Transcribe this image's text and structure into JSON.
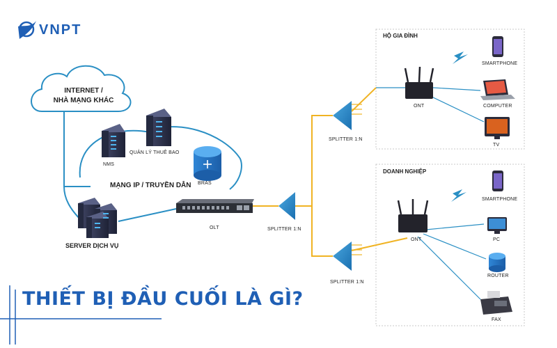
{
  "brand": {
    "name": "VNPT",
    "color": "#1f5fb5"
  },
  "cloud": {
    "line1": "INTERNET /",
    "line2": "NHÀ MẠNG KHÁC"
  },
  "core": {
    "nms": "NMS",
    "subscriber_mgmt": "QUẢN LÝ THUÊ BAO",
    "bras": "BRAS",
    "network": "MẠNG IP / TRUYỀN DẪN",
    "server": "SERVER DỊCH VỤ",
    "olt": "OLT"
  },
  "splitters": {
    "top": "SPLITTER 1:N",
    "middle": "SPLITTER 1:N",
    "bottom": "SPLITTER 1:N"
  },
  "home": {
    "title": "HỘ GIA ĐÌNH",
    "ont": "ONT",
    "devices": [
      "SMARTPHONE",
      "COMPUTER",
      "TV"
    ]
  },
  "business": {
    "title": "DOANH NGHIỆP",
    "ont": "ONT",
    "devices": [
      "SMARTPHONE",
      "PC",
      "ROUTER",
      "FAX"
    ]
  },
  "headline": "THIẾT BỊ ĐẦU CUỐI LÀ GÌ?",
  "colors": {
    "fiber": "#f0b323",
    "link": "#2a8fc4",
    "accent": "#1f5fb5",
    "device_dark": "#2b2b3a"
  }
}
